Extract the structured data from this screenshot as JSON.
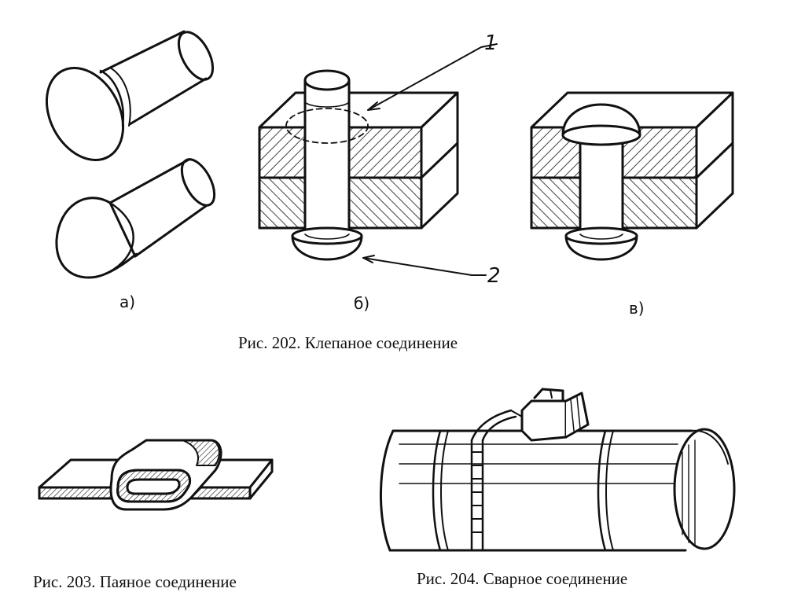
{
  "figure_202": {
    "caption": "Рис. 202. Клепаное соединение",
    "sub_labels": {
      "a": "а)",
      "b": "б)",
      "v": "в)"
    },
    "callouts": {
      "one": "1",
      "two": "2"
    }
  },
  "figure_203": {
    "caption": "Рис. 203. Паяное соединение"
  },
  "figure_204": {
    "caption": "Рис. 204. Сварное соединение"
  },
  "colors": {
    "ink": "#111111",
    "paper": "#ffffff"
  }
}
